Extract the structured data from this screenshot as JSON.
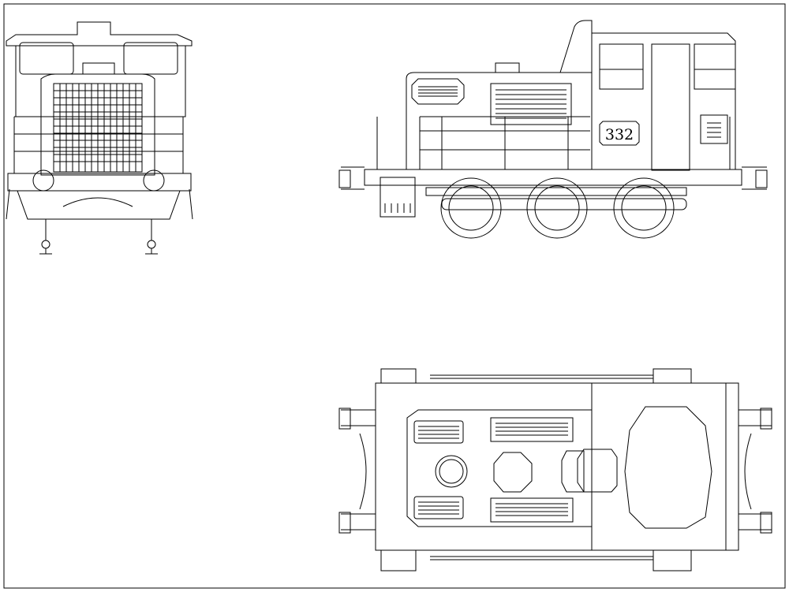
{
  "locomotive": {
    "number_plate": "332"
  },
  "views": [
    "front-view",
    "side-view",
    "top-view"
  ],
  "colors": {
    "line": "#000000",
    "background": "#ffffff"
  }
}
